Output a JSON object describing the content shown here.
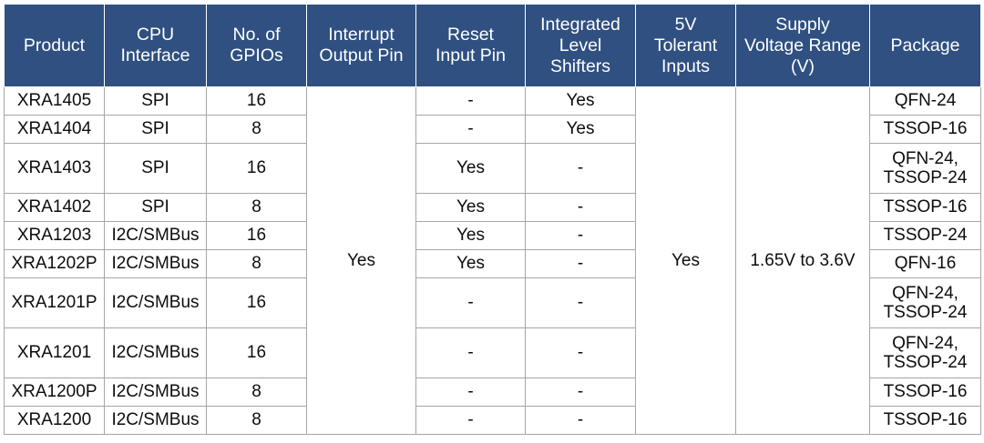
{
  "table": {
    "accent_header_bg": "#2f5081",
    "header_text_color": "#ffffff",
    "grid_color": "#a6a6a6",
    "columns": [
      {
        "key": "product",
        "label": "Product",
        "align": "left"
      },
      {
        "key": "cpu_interface",
        "label": "CPU Interface",
        "align": "center"
      },
      {
        "key": "gpios",
        "label": "No. of GPIOs",
        "align": "center"
      },
      {
        "key": "interrupt_output_pin",
        "label": "Interrupt Output Pin",
        "align": "center"
      },
      {
        "key": "reset_input_pin",
        "label": "Reset Input Pin",
        "align": "center"
      },
      {
        "key": "integrated_level_shifters",
        "label": "Integrated Level Shifters",
        "align": "center"
      },
      {
        "key": "tolerant_inputs_5v",
        "label": "5V Tolerant Inputs",
        "align": "center"
      },
      {
        "key": "supply_voltage_range",
        "label": "Supply Voltage Range (V)",
        "align": "center"
      },
      {
        "key": "package",
        "label": "Package",
        "align": "left"
      }
    ],
    "header_lines": {
      "product": [
        "Product"
      ],
      "cpu_interface": [
        "CPU",
        "Interface"
      ],
      "gpios": [
        "No. of",
        "GPIOs"
      ],
      "interrupt_output_pin": [
        "Interrupt",
        "Output Pin"
      ],
      "reset_input_pin": [
        "Reset",
        "Input Pin"
      ],
      "integrated_level_shifters": [
        "Integrated",
        "Level",
        "Shifters"
      ],
      "tolerant_inputs_5v": [
        "5V",
        "Tolerant",
        "Inputs"
      ],
      "supply_voltage_range": [
        "Supply",
        "Voltage Range",
        "(V)"
      ],
      "package": [
        "Package"
      ]
    },
    "merged": {
      "interrupt_output_pin": "Yes",
      "tolerant_inputs_5v": "Yes",
      "supply_voltage_range": "1.65V to 3.6V"
    },
    "rows": [
      {
        "product": "XRA1405",
        "cpu_interface": "SPI",
        "gpios": "16",
        "reset_input_pin": "-",
        "integrated_level_shifters": "Yes",
        "package": "QFN-24",
        "package_lines": [
          "QFN-24"
        ],
        "height": "short"
      },
      {
        "product": "XRA1404",
        "cpu_interface": "SPI",
        "gpios": "8",
        "reset_input_pin": "-",
        "integrated_level_shifters": "Yes",
        "package": "TSSOP-16",
        "package_lines": [
          "TSSOP-16"
        ],
        "height": "short"
      },
      {
        "product": "XRA1403",
        "cpu_interface": "SPI",
        "gpios": "16",
        "reset_input_pin": "Yes",
        "integrated_level_shifters": "-",
        "package": "QFN-24, TSSOP-24",
        "package_lines": [
          "QFN-24,",
          "TSSOP-24"
        ],
        "height": "tall"
      },
      {
        "product": "XRA1402",
        "cpu_interface": "SPI",
        "gpios": "8",
        "reset_input_pin": "Yes",
        "integrated_level_shifters": "-",
        "package": "TSSOP-16",
        "package_lines": [
          "TSSOP-16"
        ],
        "height": "short"
      },
      {
        "product": "XRA1203",
        "cpu_interface": "I2C/SMBus",
        "gpios": "16",
        "reset_input_pin": "Yes",
        "integrated_level_shifters": "-",
        "package": "TSSOP-24",
        "package_lines": [
          "TSSOP-24"
        ],
        "height": "short"
      },
      {
        "product": "XRA1202P",
        "cpu_interface": "I2C/SMBus",
        "gpios": "8",
        "reset_input_pin": "Yes",
        "integrated_level_shifters": "-",
        "package": "QFN-16",
        "package_lines": [
          "QFN-16"
        ],
        "height": "short"
      },
      {
        "product": "XRA1201P",
        "cpu_interface": "I2C/SMBus",
        "gpios": "16",
        "reset_input_pin": "-",
        "integrated_level_shifters": "-",
        "package": "QFN-24, TSSOP-24",
        "package_lines": [
          "QFN-24,",
          "TSSOP-24"
        ],
        "height": "tall"
      },
      {
        "product": "XRA1201",
        "cpu_interface": "I2C/SMBus",
        "gpios": "16",
        "reset_input_pin": "-",
        "integrated_level_shifters": "-",
        "package": "QFN-24, TSSOP-24",
        "package_lines": [
          "QFN-24,",
          "TSSOP-24"
        ],
        "height": "tall"
      },
      {
        "product": "XRA1200P",
        "cpu_interface": "I2C/SMBus",
        "gpios": "8",
        "reset_input_pin": "-",
        "integrated_level_shifters": "-",
        "package": "TSSOP-16",
        "package_lines": [
          "TSSOP-16"
        ],
        "height": "short"
      },
      {
        "product": "XRA1200",
        "cpu_interface": "I2C/SMBus",
        "gpios": "8",
        "reset_input_pin": "-",
        "integrated_level_shifters": "-",
        "package": "TSSOP-16",
        "package_lines": [
          "TSSOP-16"
        ],
        "height": "short"
      }
    ]
  }
}
